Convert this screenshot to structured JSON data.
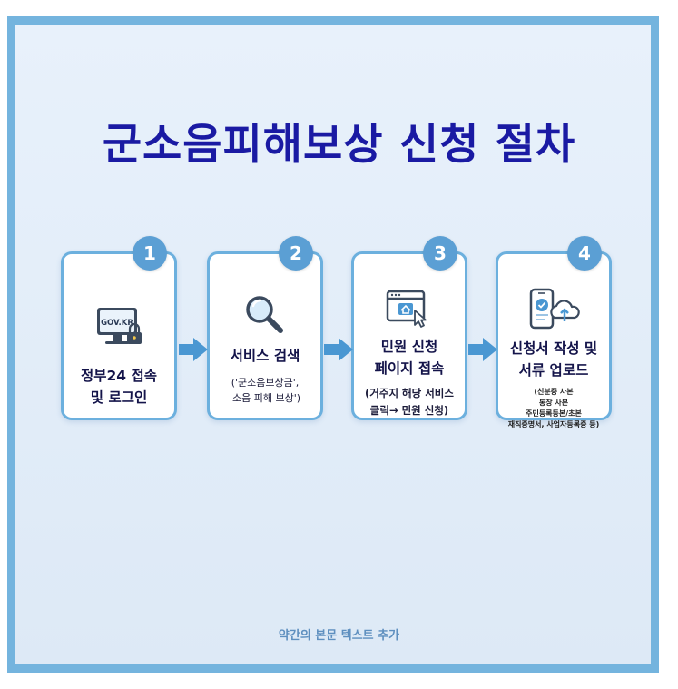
{
  "title": "군소음피해보상 신청 절차",
  "steps": [
    {
      "number": "1",
      "icon": "locked-computer-icon",
      "icon_text": "GOV.KR",
      "title_lines": [
        "정부24 접속",
        "및 로그인"
      ],
      "sub_lines": []
    },
    {
      "number": "2",
      "icon": "magnifier-icon",
      "title_lines": [
        "서비스 검색"
      ],
      "sub_lines": [
        "('군소음보상금',",
        "'소음 피해 보상')"
      ]
    },
    {
      "number": "3",
      "icon": "browser-home-cursor-icon",
      "title_lines": [
        "민원 신청",
        "페이지 접속"
      ],
      "sub_lines": [
        "(거주지 해당 서비스",
        "클릭→ 민원 신청)"
      ]
    },
    {
      "number": "4",
      "icon": "phone-cloud-upload-icon",
      "title_lines": [
        "신청서 작성 및",
        "서류 업로드"
      ],
      "sub_lines": [
        "(신분증 사본",
        "통장 사본",
        "주민등록등본/초본",
        "재직증명서, 사업자등록증 등)"
      ]
    }
  ],
  "footer": "약간의 본문 텍스트 추가",
  "colors": {
    "frame": "#74b4de",
    "title": "#1a1aa3",
    "badge": "#5b9fd4",
    "arrow": "#4a97d2"
  }
}
